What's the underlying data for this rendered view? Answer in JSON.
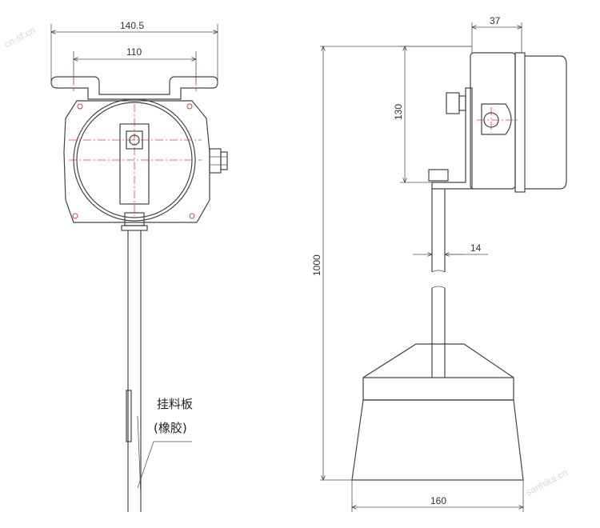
{
  "dimensions": {
    "front_overall_width": "140.5",
    "front_mount_spacing": "110",
    "side_depth": "37",
    "side_body_height": "130",
    "side_total_length": "1000",
    "side_rod_diameter": "14",
    "side_paddle_width": "160"
  },
  "callout": {
    "line1": "挂料板",
    "line2": "(橡胶)"
  },
  "watermarks": {
    "top_left": "cn-sf.cn",
    "bottom_right": "sanhika.cn"
  },
  "colors": {
    "outline": "#444444",
    "centerline": "#e04040"
  }
}
